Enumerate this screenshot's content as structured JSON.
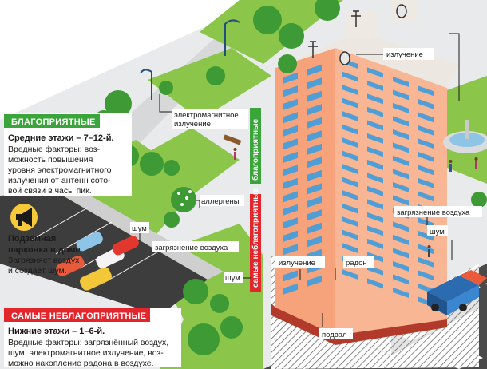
{
  "labels": {
    "emission_top": "излучение",
    "electromagnetic_1": "электромагнитное",
    "electromagnetic_2": "излучение",
    "allergens": "аллергены",
    "noise_left": "шум",
    "air_pollution_left": "загрязнение воздуха",
    "noise_mid": "шум",
    "emission_bottom": "излучение",
    "radon": "радон",
    "basement": "подвал",
    "air_pollution_right": "загрязнение воздуха",
    "noise_right": "шум",
    "vertical_favorable": "благоприятные",
    "vertical_unfavorable": "самые неблагоприятные"
  },
  "favorable_box": {
    "heading": "БЛАГОПРИЯТНЫЕ",
    "subtitle": "Средние этажи – 7–12-й.",
    "lines": [
      "Вредные факторы: воз-",
      "можность повышения",
      "уровня электромагнитного",
      "излучения от антенн сото-",
      "вой связи в часы пик."
    ]
  },
  "parking_note": {
    "title_1": "Подземная",
    "title_2": "парковка в доме.",
    "line_1": "Загрязняет воздух",
    "line_2": "и создаёт шум."
  },
  "unfavorable_box": {
    "heading": "САМЫЕ НЕБЛАГОПРИЯТНЫЕ",
    "subtitle": "Нижние этажи – 1–6-й.",
    "lines": [
      "Вредные факторы: загрязнённый воздух,",
      "шум, электромагнитное излучение, воз-",
      "можно накопление радона в воздухе."
    ]
  },
  "colors": {
    "favorable": "#3aa53a",
    "unfavorable": "#e2262c",
    "facade": "#f6a37c",
    "balcony": "#4f9fd6",
    "grass": "#8bc64a",
    "tree": "#3d9a35",
    "road": "#4a4a4a"
  },
  "icons": [
    "megaphone-icon"
  ]
}
